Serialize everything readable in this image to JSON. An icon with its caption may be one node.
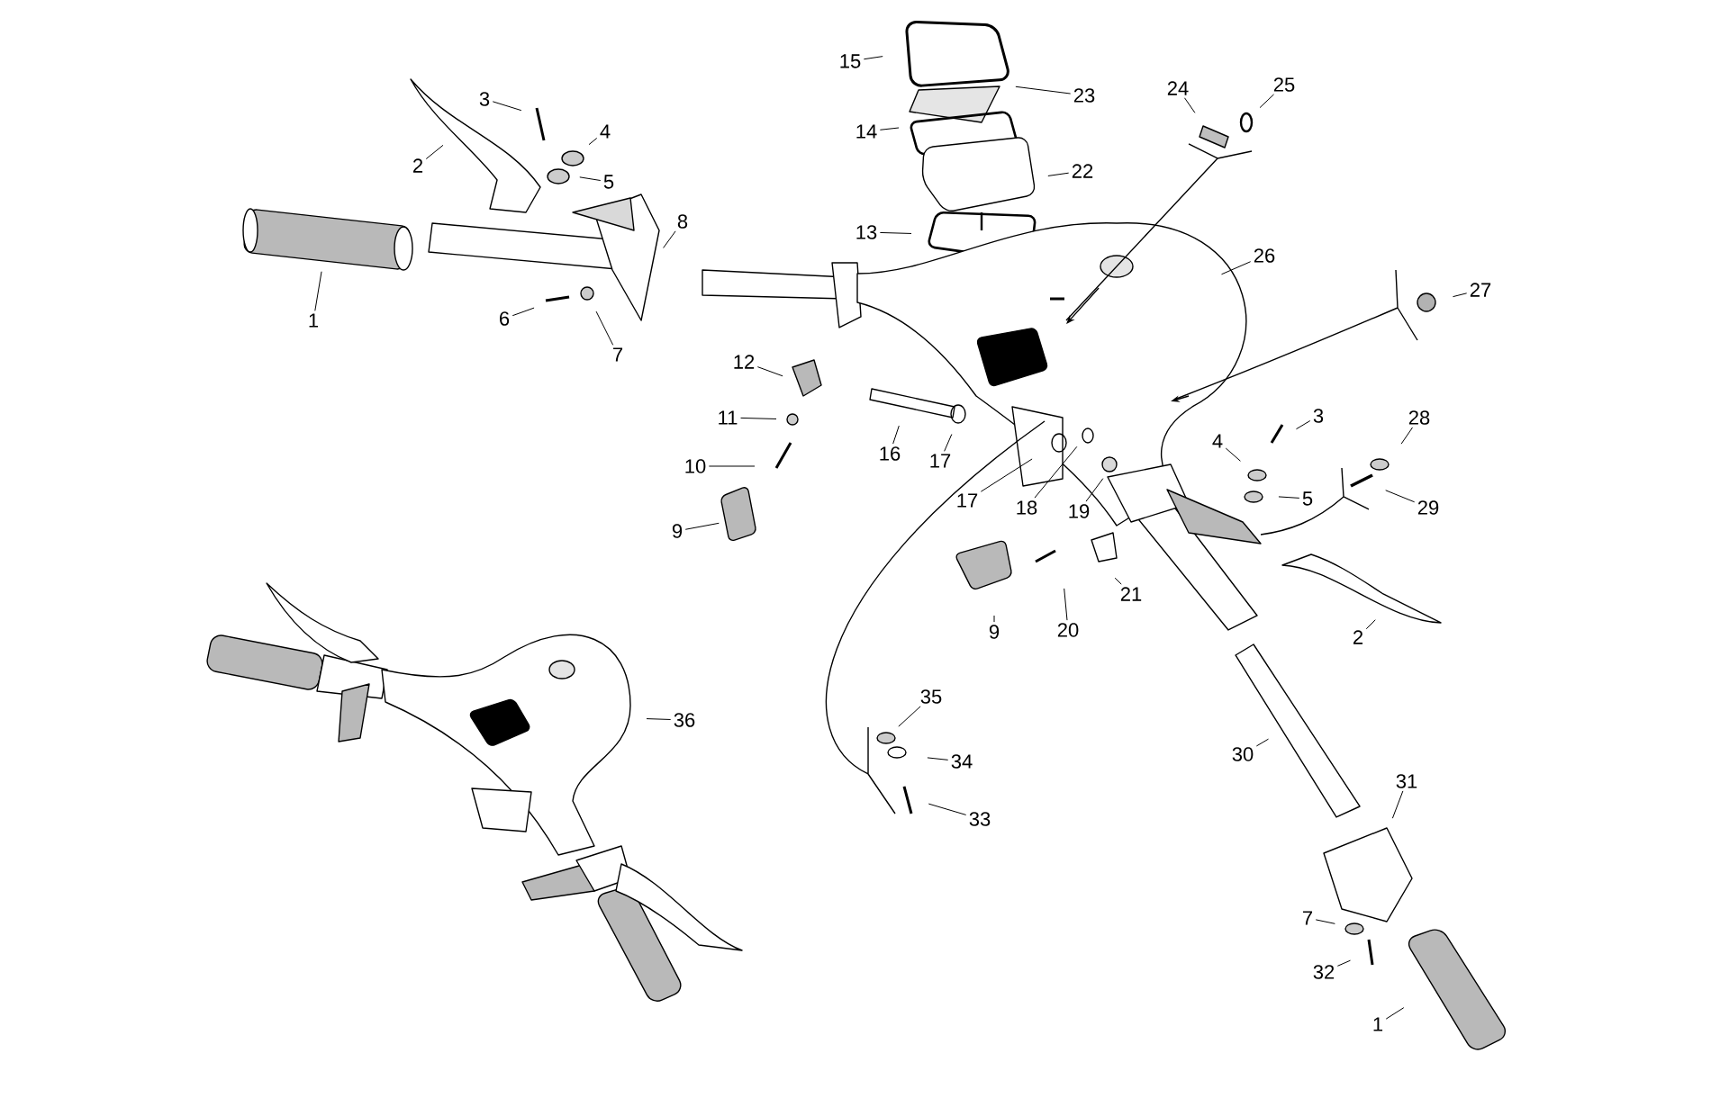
{
  "diagram": {
    "nodes": [
      {
        "text": [
          "15"
        ]
      },
      {
        "text": [
          "25"
        ]
      },
      {
        "text": [
          "24"
        ]
      },
      {
        "text": [
          "23"
        ]
      },
      {
        "text": [
          "3"
        ]
      },
      {
        "text": [
          "14"
        ]
      },
      {
        "text": [
          "4"
        ]
      },
      {
        "text": [
          "2"
        ]
      },
      {
        "text": [
          "22"
        ]
      },
      {
        "text": [
          "5"
        ]
      },
      {
        "text": [
          "8"
        ]
      },
      {
        "text": [
          "13"
        ]
      },
      {
        "text": [
          "26"
        ]
      },
      {
        "text": [
          "27"
        ]
      },
      {
        "text": [
          "1"
        ]
      },
      {
        "text": [
          "6"
        ]
      },
      {
        "text": [
          "7"
        ]
      },
      {
        "text": [
          "12"
        ]
      },
      {
        "text": [
          "3"
        ]
      },
      {
        "text": [
          "28"
        ]
      },
      {
        "text": [
          "11"
        ]
      },
      {
        "text": [
          "4"
        ]
      },
      {
        "text": [
          "16"
        ]
      },
      {
        "text": [
          "10"
        ]
      },
      {
        "text": [
          "17"
        ]
      },
      {
        "text": [
          "5"
        ]
      },
      {
        "text": [
          "19"
        ]
      },
      {
        "text": [
          "17"
        ]
      },
      {
        "text": [
          "29"
        ]
      },
      {
        "text": [
          "18"
        ]
      },
      {
        "text": [
          "9"
        ]
      },
      {
        "text": [
          "21"
        ]
      },
      {
        "text": [
          "20"
        ]
      },
      {
        "text": [
          "9"
        ]
      },
      {
        "text": [
          "2"
        ]
      },
      {
        "text": [
          "35"
        ]
      },
      {
        "text": [
          "36"
        ]
      },
      {
        "text": [
          "30"
        ]
      },
      {
        "text": [
          "34"
        ]
      },
      {
        "text": [
          "31"
        ]
      },
      {
        "text": [
          "33"
        ]
      },
      {
        "text": [
          "7"
        ]
      },
      {
        "text": [
          "32"
        ]
      },
      {
        "text": [
          "1"
        ]
      }
    ],
    "edges": [
      {
        "from": 0,
        "to": null,
        "arrow": "none"
      },
      {
        "from": 1,
        "to": null,
        "arrow": "none"
      },
      {
        "from": 2,
        "to": null,
        "arrow": "none"
      },
      {
        "from": 3,
        "to": null,
        "arrow": "none"
      },
      {
        "from": 4,
        "to": null,
        "arrow": "none"
      },
      {
        "from": 5,
        "to": null,
        "arrow": "none"
      },
      {
        "from": 6,
        "to": null,
        "arrow": "none"
      },
      {
        "from": 7,
        "to": null,
        "arrow": "none"
      },
      {
        "from": 8,
        "to": null,
        "arrow": "none"
      },
      {
        "from": 9,
        "to": null,
        "arrow": "none"
      },
      {
        "from": 10,
        "to": null,
        "arrow": "none"
      },
      {
        "from": 11,
        "to": null,
        "arrow": "none"
      },
      {
        "from": 12,
        "to": null,
        "arrow": "none"
      },
      {
        "from": 13,
        "to": null,
        "arrow": "none"
      },
      {
        "from": 14,
        "to": null,
        "arrow": "none"
      },
      {
        "from": 15,
        "to": null,
        "arrow": "none"
      },
      {
        "from": 16,
        "to": null,
        "arrow": "none"
      },
      {
        "from": 17,
        "to": null,
        "arrow": "none"
      },
      {
        "from": 18,
        "to": null,
        "arrow": "none"
      },
      {
        "from": 19,
        "to": null,
        "arrow": "none"
      },
      {
        "from": 20,
        "to": null,
        "arrow": "none"
      },
      {
        "from": 21,
        "to": null,
        "arrow": "none"
      },
      {
        "from": 22,
        "to": null,
        "arrow": "none"
      },
      {
        "from": 23,
        "to": null,
        "arrow": "none"
      },
      {
        "from": 24,
        "to": null,
        "arrow": "none"
      },
      {
        "from": 25,
        "to": null,
        "arrow": "none"
      },
      {
        "from": 26,
        "to": null,
        "arrow": "none"
      },
      {
        "from": 27,
        "to": null,
        "arrow": "none"
      },
      {
        "from": 28,
        "to": null,
        "arrow": "none"
      },
      {
        "from": 29,
        "to": null,
        "arrow": "none"
      },
      {
        "from": 30,
        "to": null,
        "arrow": "none"
      },
      {
        "from": 31,
        "to": null,
        "arrow": "none"
      },
      {
        "from": 32,
        "to": null,
        "arrow": "none"
      },
      {
        "from": 33,
        "to": null,
        "arrow": "none"
      },
      {
        "from": 34,
        "to": null,
        "arrow": "none"
      },
      {
        "from": 35,
        "to": null,
        "arrow": "none"
      },
      {
        "from": 36,
        "to": null,
        "arrow": "none"
      },
      {
        "from": 37,
        "to": null,
        "arrow": "none"
      },
      {
        "from": 38,
        "to": null,
        "arrow": "none"
      },
      {
        "from": 39,
        "to": null,
        "arrow": "none"
      },
      {
        "from": 40,
        "to": null,
        "arrow": "none"
      },
      {
        "from": 41,
        "to": null,
        "arrow": "none"
      },
      {
        "from": 42,
        "to": null,
        "arrow": "none"
      },
      {
        "from": 43,
        "to": null,
        "arrow": "none"
      }
    ]
  }
}
